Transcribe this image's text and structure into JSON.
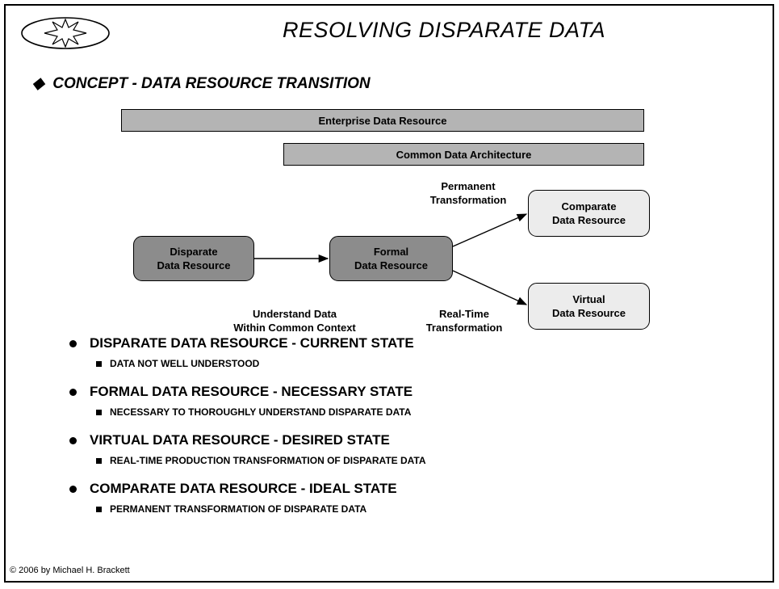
{
  "slide": {
    "title": "RESOLVING DISPARATE DATA",
    "concept": "CONCEPT - DATA RESOURCE TRANSITION",
    "footer": "© 2006 by Michael H. Brackett"
  },
  "diagram": {
    "bars": [
      "Enterprise Data Resource",
      "Common Data Architecture"
    ],
    "nodes": {
      "disparate": "Disparate\nData Resource",
      "formal": "Formal\nData Resource",
      "comparate": "Comparate\nData Resource",
      "virtual": "Virtual\nData Resource"
    },
    "labels": {
      "understand": "Understand Data\nWithin Common Context",
      "permanent": "Permanent\nTransformation",
      "realtime": "Real-Time\nTransformation"
    }
  },
  "bullets": [
    {
      "main": "DISPARATE DATA RESOURCE - CURRENT STATE",
      "sub": "DATA NOT WELL UNDERSTOOD"
    },
    {
      "main": "FORMAL DATA RESOURCE - NECESSARY STATE",
      "sub": "NECESSARY TO THOROUGHLY UNDERSTAND DISPARATE DATA"
    },
    {
      "main": "VIRTUAL DATA RESOURCE - DESIRED STATE",
      "sub": "REAL-TIME PRODUCTION TRANSFORMATION OF DISPARATE DATA"
    },
    {
      "main": "COMPARATE DATA RESOURCE - IDEAL STATE",
      "sub": "PERMANENT TRANSFORMATION OF DISPARATE DATA"
    }
  ],
  "colors": {
    "bar_fill": "#b4b4b4",
    "dark_node_fill": "#8c8c8c",
    "light_node_fill": "#ececec"
  }
}
